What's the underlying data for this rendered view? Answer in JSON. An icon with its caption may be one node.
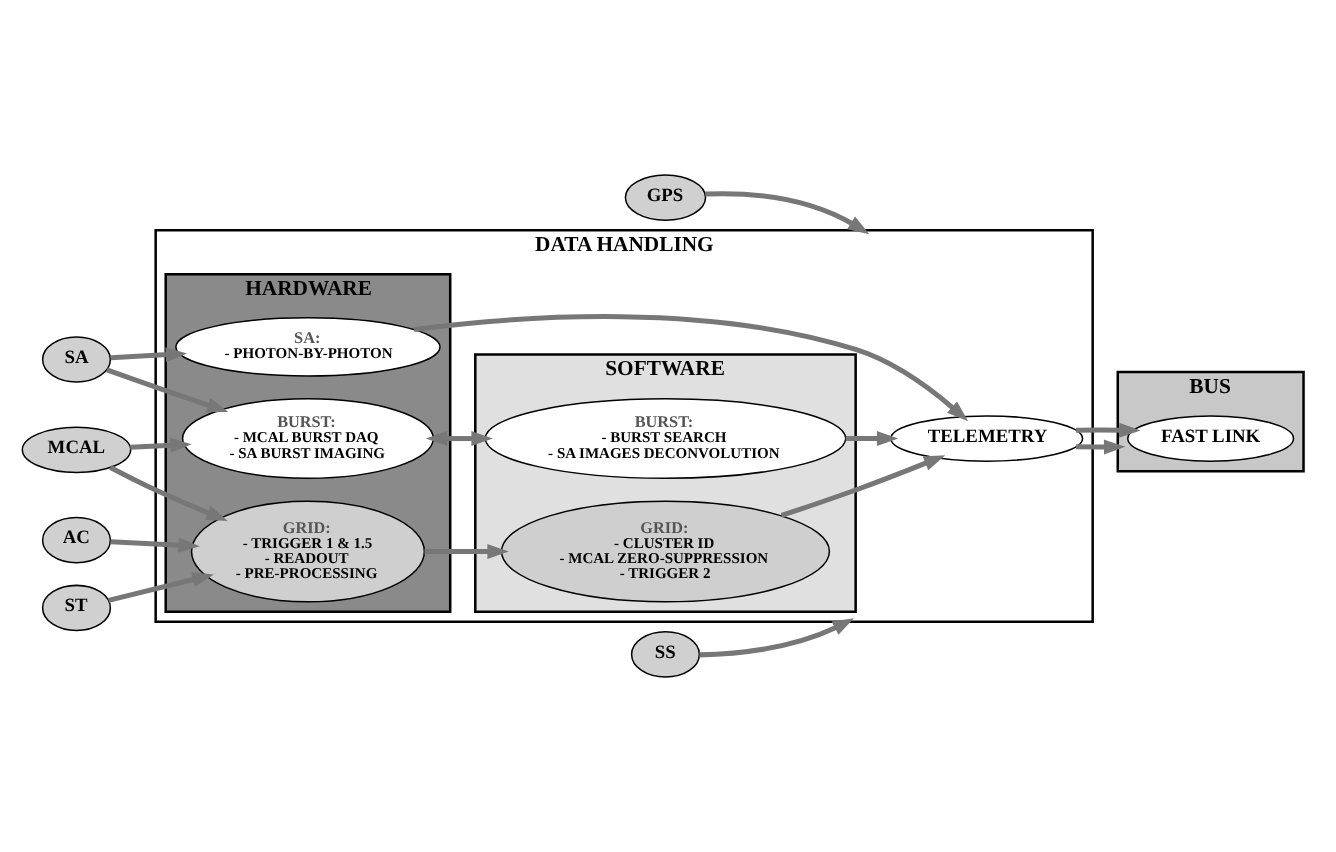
{
  "diagram": {
    "nodes": [
      {
        "text": [
          "DATA HANDLING"
        ]
      },
      {
        "text": [
          "HARDWARE"
        ],
        "in": 0
      },
      {
        "text": [
          "SOFTWARE"
        ],
        "in": 0
      },
      {
        "text": [
          "AC"
        ]
      },
      {
        "text": [
          "ST"
        ]
      },
      {
        "text": [
          "MCAL"
        ]
      },
      {
        "text": [
          "SA"
        ]
      },
      {
        "text": [
          "GRID:",
          "- TRIGGER 1 & 1.5",
          "- READOUT",
          "- PRE-PROCESSING"
        ],
        "in": 1
      },
      {
        "text": [
          "BURST:",
          "- MCAL BURST DAQ",
          "- SA BURST IMAGING"
        ],
        "in": 1
      },
      {
        "text": [
          "SA:",
          "- PHOTON-BY-PHOTON"
        ],
        "in": 1
      },
      {
        "text": [
          "GRID:",
          "- CLUSTER ID",
          "- MCAL ZERO-SUPPRESSION",
          "- TRIGGER 2"
        ],
        "in": 2
      },
      {
        "text": [
          "BURST:",
          "- BURST SEARCH",
          "- SA IMAGES DECONVOLUTION"
        ],
        "in": 2
      },
      {
        "text": [
          "TELEMETRY"
        ],
        "in": 0
      },
      {
        "text": [
          "GPS"
        ]
      },
      {
        "text": [
          "SS"
        ]
      },
      {
        "text": [
          "BUS"
        ]
      },
      {
        "text": [
          "FAST LINK"
        ],
        "in": 15
      }
    ],
    "edges": [
      {
        "from": 3,
        "to": 7,
        "arrow": "to"
      },
      {
        "from": 4,
        "to": 7,
        "arrow": "to"
      },
      {
        "from": 5,
        "to": 7,
        "arrow": "to"
      },
      {
        "from": 5,
        "to": 8,
        "arrow": "to"
      },
      {
        "from": 6,
        "to": 8,
        "arrow": "to"
      },
      {
        "from": 6,
        "to": 9,
        "arrow": "to"
      },
      {
        "from": 7,
        "to": 10,
        "arrow": "to"
      },
      {
        "from": 8,
        "to": 11,
        "arrow": "both"
      },
      {
        "from": 10,
        "to": 12,
        "arrow": "to"
      },
      {
        "from": 11,
        "to": 12,
        "arrow": "to"
      },
      {
        "from": 9,
        "to": 12,
        "arrow": "to"
      },
      {
        "from": 13,
        "to": 0,
        "arrow": "to"
      },
      {
        "from": 14,
        "to": 0,
        "arrow": "to"
      },
      {
        "from": 12,
        "to": 15,
        "arrow": "to"
      },
      {
        "from": 12,
        "to": 16,
        "arrow": "to"
      }
    ]
  }
}
